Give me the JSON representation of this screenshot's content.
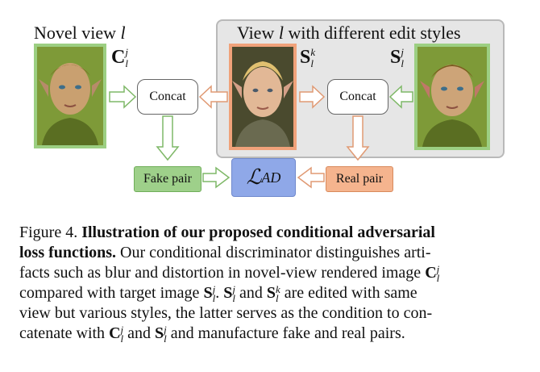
{
  "figure": {
    "left_title": "Novel view ",
    "left_title_var": "l",
    "right_title_prefix": "View ",
    "right_title_var": "l",
    "right_title_suffix": " with different edit styles",
    "concat_label": "Concat",
    "fake_pair_label": "Fake pair",
    "real_pair_label": "Real pair",
    "loss_symbol": "ℒ",
    "loss_subscript": "AD",
    "math_labels": {
      "c_l_j": {
        "base": "C",
        "sup": "j",
        "sub": "l"
      },
      "s_l_k": {
        "base": "S",
        "sup": "k",
        "sub": "l"
      },
      "s_l_j": {
        "base": "S",
        "sup": "j",
        "sub": "l"
      }
    },
    "colors": {
      "green": "#9ccf82",
      "orange": "#f0a27a",
      "loss_blue": "#8fa8e8",
      "panel_gray": "#e6e6e6"
    }
  },
  "caption": {
    "l1_a": "Figure 4. ",
    "l1_b": "Illustration of our proposed conditional adversarial",
    "l2_a": "loss functions.",
    "l2_b": " Our conditional discriminator distinguishes arti-",
    "l3_a": "facts such as blur and distortion in novel-view rendered image ",
    "l4_a": "compared with target image ",
    "l4_b": ". ",
    "l4_c": " and ",
    "l4_d": " are edited with same",
    "l5": "view but various styles, the latter serves as the condition to con-",
    "l6_a": "catenate with ",
    "l6_b": " and ",
    "l6_c": " and manufacture fake and real pairs."
  }
}
